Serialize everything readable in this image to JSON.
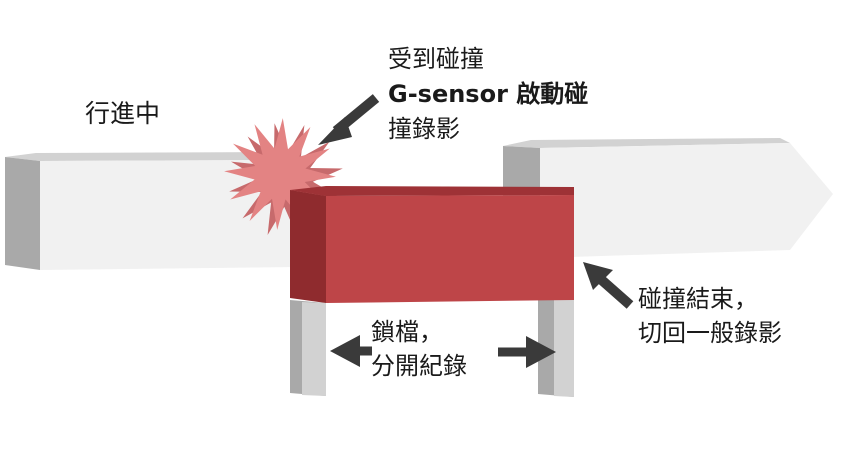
{
  "labels": {
    "moving": "行進中",
    "impact": {
      "line1": "受到碰撞",
      "line2": "G-sensor 啟動碰",
      "line3": "撞錄影"
    },
    "collision_end": {
      "line1": "碰撞結束，",
      "line2": "切回一般錄影"
    },
    "lock_file": {
      "line1": "鎖檔，",
      "line2": "分開紀錄"
    }
  },
  "colors": {
    "bar_face": "#f1f1f1",
    "bar_side": "#a9a9a9",
    "bar_top": "#d2d2d2",
    "event_front": "#be4548",
    "event_side": "#8f2b2e",
    "event_top": "#9e3236",
    "burst": "#e38383",
    "burst_shade": "#c76a6c",
    "arrow": "#3a3a3a"
  },
  "icons": {
    "impact": "starburst-icon",
    "pointer": "arrow-icon",
    "span": "double-arrow-icon"
  }
}
